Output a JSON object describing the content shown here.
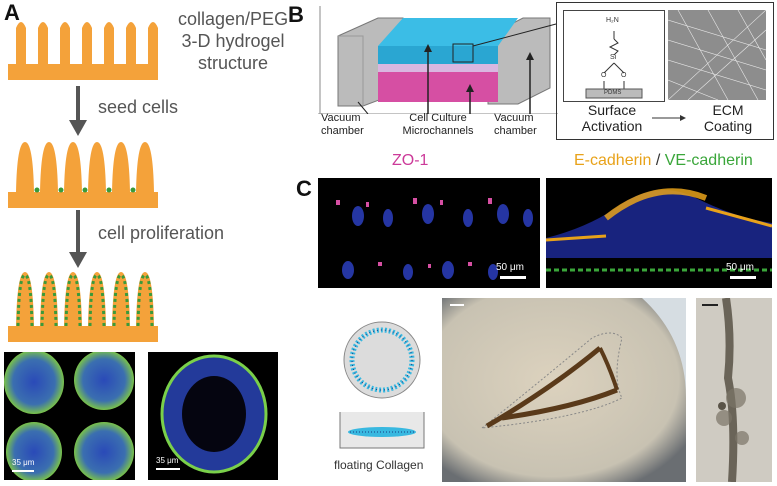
{
  "panelA": {
    "letter": "A",
    "title_lines": [
      "collagen/PEG",
      "3-D hydrogel",
      "structure"
    ],
    "step1": "seed cells",
    "step2": "cell proliferation",
    "scale_left": "35 μm",
    "scale_right": "35 μm"
  },
  "panelB": {
    "letter": "B",
    "vacuum_left": [
      "Vacuum",
      "chamber"
    ],
    "cell_culture": [
      "Cell Culture",
      "Microchannels"
    ],
    "vacuum_right": [
      "Vacuum",
      "chamber"
    ],
    "surface_activation": [
      "Surface",
      "Activation"
    ],
    "ecm_coating": [
      "ECM",
      "Coating"
    ],
    "chem": {
      "nh2": "H₂N",
      "si": "Si",
      "o": "O",
      "pdms": "PDMS"
    }
  },
  "panelC": {
    "letter": "C",
    "zo1": "ZO-1",
    "ecad": "E-cadherin",
    "slash": " / ",
    "vecad": "VE-cadherin",
    "scale1": "50 μm",
    "scale2": "50 μm",
    "floating": "floating Collagen"
  },
  "colors": {
    "orange": "#f4a23a",
    "green_cell": "#3a9a3a",
    "cyan": "#38b8e0",
    "magenta": "#d64fa3",
    "zo1_text": "#cc3a99",
    "ecad_text": "#e8a21a",
    "vecad_text": "#3aa63a"
  }
}
